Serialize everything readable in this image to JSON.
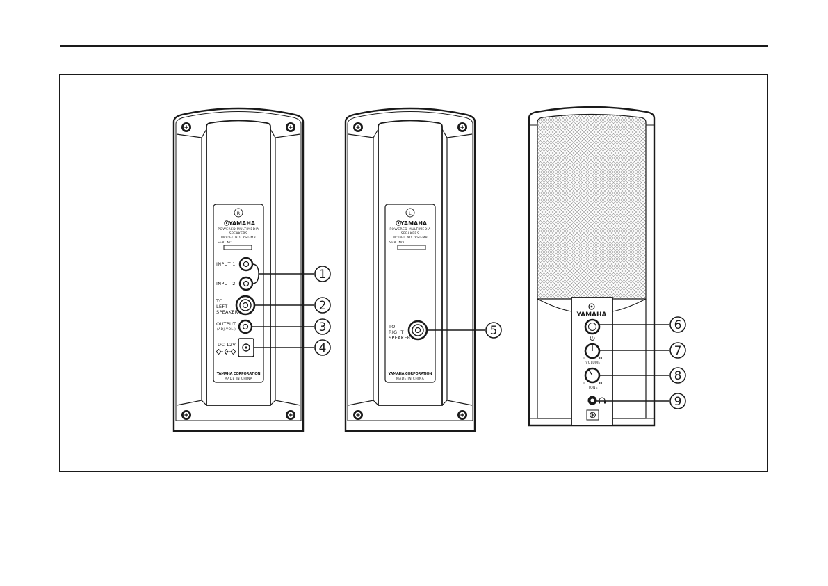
{
  "right_panel": {
    "channel_mark": "R",
    "brand": "YAMAHA",
    "product_line1": "POWERED MULTIMEDIA",
    "product_line2": "SPEAKERS",
    "model": "MODEL NO. YST-M8",
    "serial_label": "SER. NO.",
    "input1_label": "INPUT 1",
    "input2_label": "INPUT 2",
    "to_left_line1": "TO",
    "to_left_line2": "LEFT",
    "to_left_line3": "SPEAKER",
    "output_label": "OUTPUT",
    "output_sub": "(ADJ.VOL.)",
    "dc_label": "DC 12V",
    "corporation": "YAMAHA CORPORATION",
    "made_in": "MADE IN CHINA"
  },
  "left_panel": {
    "channel_mark": "L",
    "brand": "YAMAHA",
    "product_line1": "POWERED MULTIMEDIA",
    "product_line2": "SPEAKERS",
    "model": "MODEL NO. YST-M8",
    "serial_label": "SER. NO.",
    "to_right_line1": "TO",
    "to_right_line2": "RIGHT",
    "to_right_line3": "SPEAKER",
    "corporation": "YAMAHA CORPORATION",
    "made_in": "MADE IN CHINA"
  },
  "front_panel": {
    "brand": "YAMAHA",
    "volume_label": "VOLUME",
    "tone_label": "TONE"
  },
  "callouts": [
    "1",
    "2",
    "3",
    "4",
    "5",
    "6",
    "7",
    "8",
    "9"
  ],
  "colors": {
    "line": "#1a1a1a",
    "grille": "#bbbbbb",
    "paper": "#ffffff"
  },
  "icons": [
    "channel-mark-icon",
    "yamaha-logo-icon",
    "screw-icon",
    "dc-polarity-icon",
    "power-icon",
    "headphone-icon"
  ]
}
